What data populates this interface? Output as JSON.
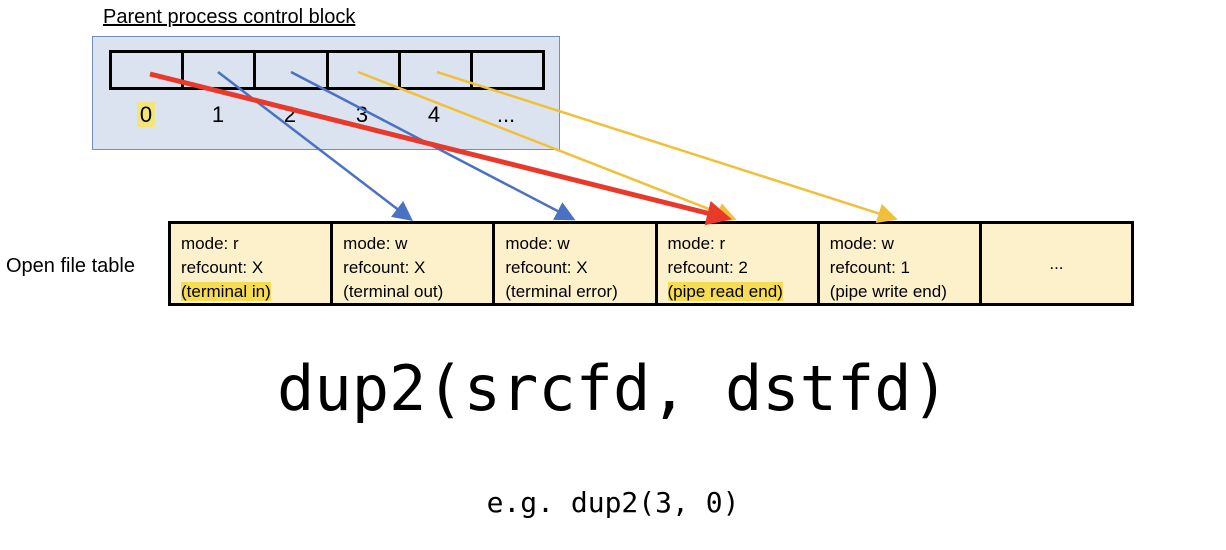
{
  "pcb": {
    "title": "Parent process control block",
    "indices": [
      "0",
      "1",
      "2",
      "3",
      "4",
      "..."
    ]
  },
  "open_file_table": {
    "label": "Open file table",
    "entries": [
      {
        "mode": "mode: r",
        "refcount": "refcount: X",
        "desc": "(terminal in)"
      },
      {
        "mode": "mode: w",
        "refcount": "refcount: X",
        "desc": "(terminal out)"
      },
      {
        "mode": "mode: w",
        "refcount": "refcount: X",
        "desc": "(terminal error)"
      },
      {
        "mode": "mode: r",
        "refcount": "refcount: 2",
        "desc": "(pipe read end)"
      },
      {
        "mode": "mode: w",
        "refcount": "refcount: 1",
        "desc": "(pipe write end)"
      }
    ],
    "more": "..."
  },
  "signature": "dup2(srcfd, dstfd)",
  "example": "e.g. dup2(3, 0)",
  "colors": {
    "pcb_fill": "#dce3f0",
    "entry_fill": "#fdf1cc",
    "highlight": "#f6dc52",
    "arrow_blue": "#4a72c4",
    "arrow_yellow": "#f2bf3a",
    "arrow_red": "#e8392a"
  }
}
